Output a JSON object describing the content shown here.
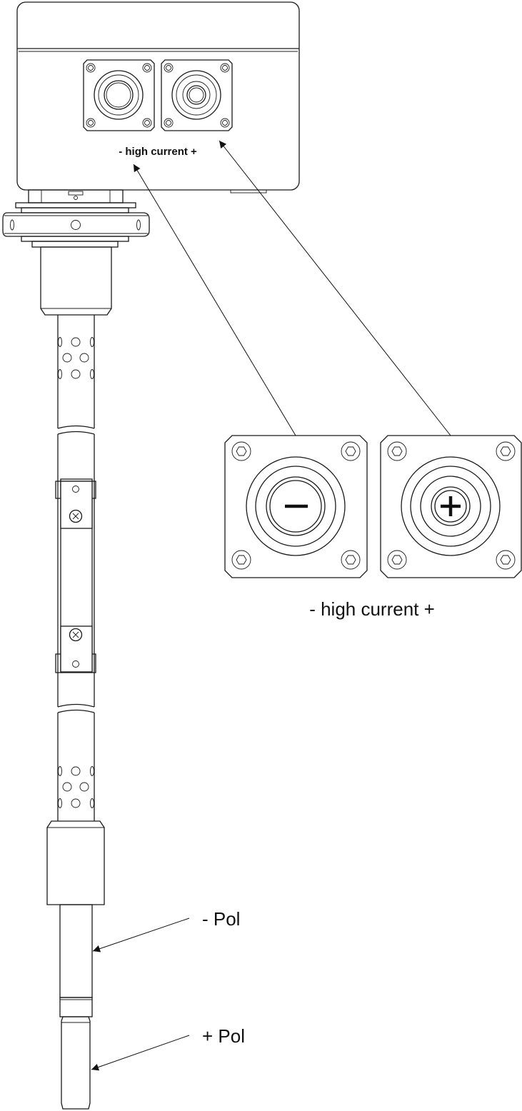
{
  "labels": {
    "box_label": "-  high current  +",
    "detail_label": "- high current +",
    "minus_pole": "- Pol",
    "plus_pole": "+ Pol"
  },
  "symbols": {
    "minus": "−",
    "plus": "+"
  }
}
